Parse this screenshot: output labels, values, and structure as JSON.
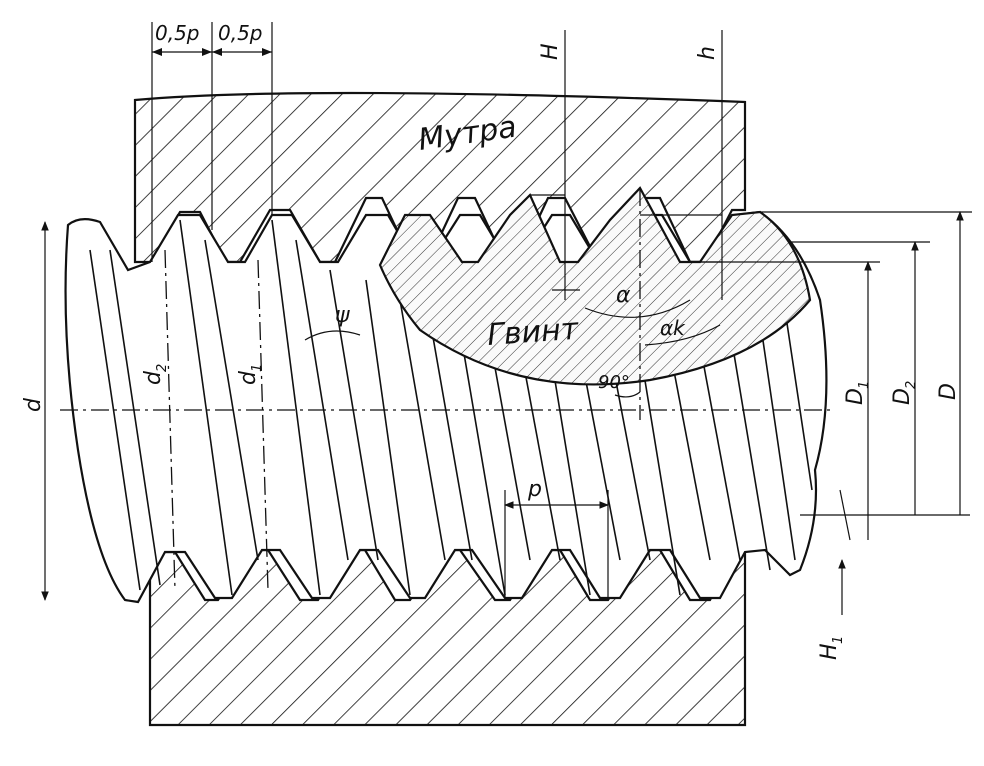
{
  "labels": {
    "nut": "Мутра",
    "screw": "Гвинт",
    "half_pitch_left": "0,5p",
    "half_pitch_right": "0,5p",
    "H": "H",
    "h": "h",
    "alpha": "α",
    "alpha_k": "αk",
    "psi": "ψ",
    "angle_90": "90°",
    "pitch": "p",
    "d": "d",
    "d2": "d",
    "d2_sub": "2",
    "d1": "d",
    "d1_sub": "1",
    "D1": "D",
    "D1_sub": "1",
    "D2": "D",
    "D2_sub": "2",
    "D": "D",
    "H1": "H",
    "H1_sub": "1"
  },
  "colors": {
    "ink": "#111111",
    "paper": "#ffffff",
    "section_fill": "#f2f2f2"
  }
}
